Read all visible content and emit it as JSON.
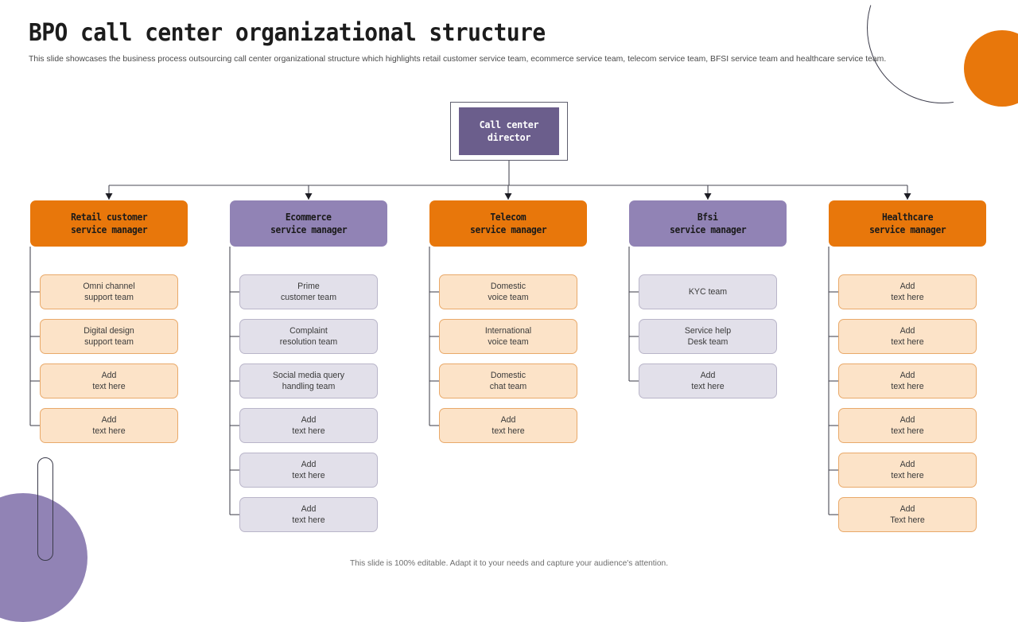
{
  "header": {
    "title": "BPO call center organizational structure",
    "subtitle": "This slide showcases the business process outsourcing call center organizational structure which highlights retail customer service team, ecommerce service team, telecom service team, BFSI service team and healthcare service team."
  },
  "footer": {
    "note": "This slide is 100% editable.  Adapt it to your needs and capture your audience's attention."
  },
  "colors": {
    "orange": "#E8770B",
    "purple": "#9183B5",
    "root_purple": "#6B5E8C",
    "peach_fill": "#FCE3C8",
    "peach_border": "#E9A96A",
    "lavender_fill": "#E2E0EA",
    "lavender_border": "#B9B5C9",
    "connector": "#4a4a55"
  },
  "chart_data": {
    "type": "org-chart",
    "title": "BPO call center organizational structure",
    "root": {
      "line1": "Call center",
      "line2": "director",
      "color": "#6B5E8C"
    },
    "branches": [
      {
        "id": "retail",
        "line1": "Retail  customer",
        "line2": "service  manager",
        "color": "#E8770B",
        "style": "orange",
        "children": [
          {
            "line1": "Omni channel",
            "line2": "support team"
          },
          {
            "line1": "Digital design",
            "line2": "support team"
          },
          {
            "line1": "Add",
            "line2": "text here"
          },
          {
            "line1": "Add",
            "line2": "text here"
          }
        ]
      },
      {
        "id": "ecommerce",
        "line1": "Ecommerce",
        "line2": "service  manager",
        "color": "#9183B5",
        "style": "purple",
        "children": [
          {
            "line1": "Prime",
            "line2": "customer team"
          },
          {
            "line1": "Complaint",
            "line2": "resolution team"
          },
          {
            "line1": "Social media query",
            "line2": "handling team"
          },
          {
            "line1": "Add",
            "line2": "text here"
          },
          {
            "line1": "Add",
            "line2": "text here"
          },
          {
            "line1": "Add",
            "line2": "text here"
          }
        ]
      },
      {
        "id": "telecom",
        "line1": "Telecom",
        "line2": "service  manager",
        "color": "#E8770B",
        "style": "orange",
        "children": [
          {
            "line1": "Domestic",
            "line2": "voice team"
          },
          {
            "line1": "International",
            "line2": "voice team"
          },
          {
            "line1": "Domestic",
            "line2": "chat team"
          },
          {
            "line1": "Add",
            "line2": "text here"
          }
        ]
      },
      {
        "id": "bfsi",
        "line1": "Bfsi",
        "line2": "service  manager",
        "color": "#9183B5",
        "style": "purple",
        "children": [
          {
            "line1": "KYC team",
            "line2": ""
          },
          {
            "line1": "Service help",
            "line2": "Desk team"
          },
          {
            "line1": "Add",
            "line2": "text here"
          }
        ]
      },
      {
        "id": "healthcare",
        "line1": "Healthcare",
        "line2": "service  manager",
        "color": "#E8770B",
        "style": "orange",
        "children": [
          {
            "line1": "Add",
            "line2": "text here"
          },
          {
            "line1": "Add",
            "line2": "text here"
          },
          {
            "line1": "Add",
            "line2": "text here"
          },
          {
            "line1": "Add",
            "line2": "text here"
          },
          {
            "line1": "Add",
            "line2": "text here"
          },
          {
            "line1": "Add",
            "line2": "Text here"
          }
        ]
      }
    ]
  }
}
